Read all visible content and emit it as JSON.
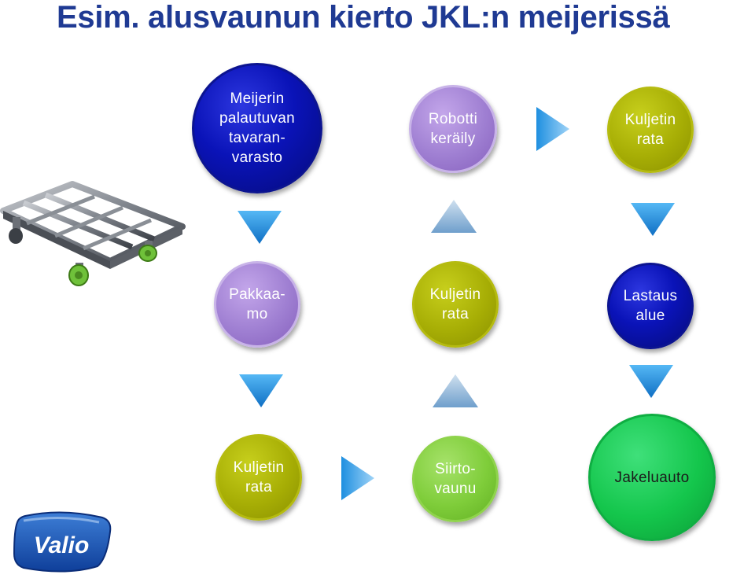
{
  "title": "Esim. alusvaunun kierto JKL:n meijerissä",
  "nodes": {
    "warehouse": "Meijerin\npalautuvan\ntavaran-\nvarasto",
    "robot": "Robotti\nkeräily",
    "conveyor_top": "Kuljetin\nrata",
    "packing": "Pakkaa-\nmo",
    "conveyor_mid": "Kuljetin\nrata",
    "loading": "Lastaus\nalue",
    "conveyor_bottom": "Kuljetin\nrata",
    "transfer": "Siirto-\nvaunu",
    "delivery": "Jakeluauto"
  },
  "logo_text": "Valio",
  "icons": {
    "cart": "dolly-cart-image",
    "logo": "valio-logo"
  },
  "colors": {
    "title": "#1f3a93",
    "navy": "#0a13b8",
    "purple": "#9f7fd2",
    "olive": "#a7ae05",
    "lightgreen": "#7fcd3a",
    "green": "#14c64c",
    "arrow": "#1e8fe0"
  }
}
